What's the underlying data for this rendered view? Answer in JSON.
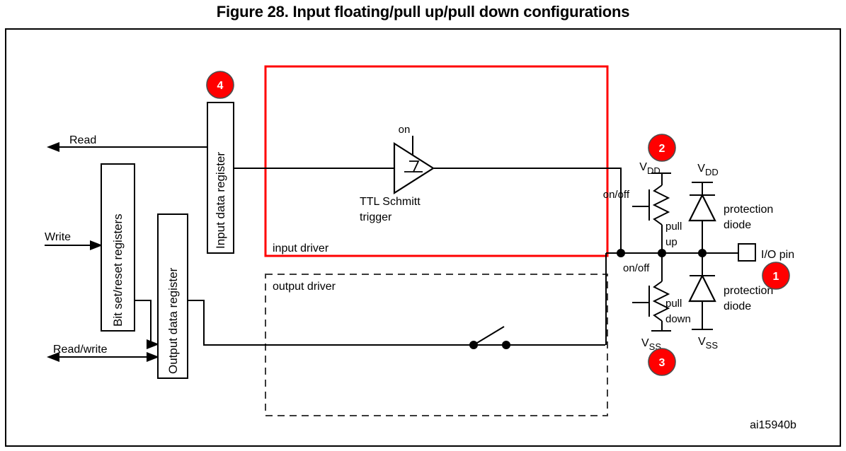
{
  "figure": {
    "title": "Figure 28. Input floating/pull up/pull down configurations",
    "signature": "ai15940b"
  },
  "colors": {
    "highlight": "#ff0000",
    "badge_fill": "#ff0000",
    "badge_text": "#ffffff",
    "wire": "#000000",
    "dashed_border": "#3a3a3a"
  },
  "signals": {
    "read": "Read",
    "write": "Write",
    "read_write": "Read/write"
  },
  "registers": [
    {
      "id": "input-data-register",
      "label": "Input data register"
    },
    {
      "id": "bit-set-reset-registers",
      "label": "Bit set/reset registers"
    },
    {
      "id": "output-data-register",
      "label": "Output data register"
    }
  ],
  "drivers": {
    "input": {
      "label": "input driver",
      "highlighted": true,
      "trigger_label_line1": "TTL Schmitt",
      "trigger_label_line2": "trigger",
      "trigger_enable": "on"
    },
    "output": {
      "label": "output driver",
      "highlighted": false
    }
  },
  "io_stage": {
    "pullup": {
      "control": "on/off",
      "label_line1": "pull",
      "label_line2": "up",
      "supply": {
        "base": "V",
        "sub": "DD"
      }
    },
    "pulldown": {
      "control": "on/off",
      "label_line1": "pull",
      "label_line2": "down",
      "supply": {
        "base": "V",
        "sub": "SS"
      }
    },
    "diode_top": {
      "label_line1": "protection",
      "label_line2": "diode",
      "supply": {
        "base": "V",
        "sub": "DD"
      }
    },
    "diode_bottom": {
      "label_line1": "protection",
      "label_line2": "diode",
      "supply": {
        "base": "V",
        "sub": "SS"
      }
    },
    "pin_label": "I/O pin"
  },
  "callouts": [
    {
      "id": "callout-1",
      "number": "1",
      "target": "I/O pin"
    },
    {
      "id": "callout-2",
      "number": "2",
      "target": "pull up"
    },
    {
      "id": "callout-3",
      "number": "3",
      "target": "output driver"
    },
    {
      "id": "callout-4",
      "number": "4",
      "target": "Input data register"
    }
  ]
}
